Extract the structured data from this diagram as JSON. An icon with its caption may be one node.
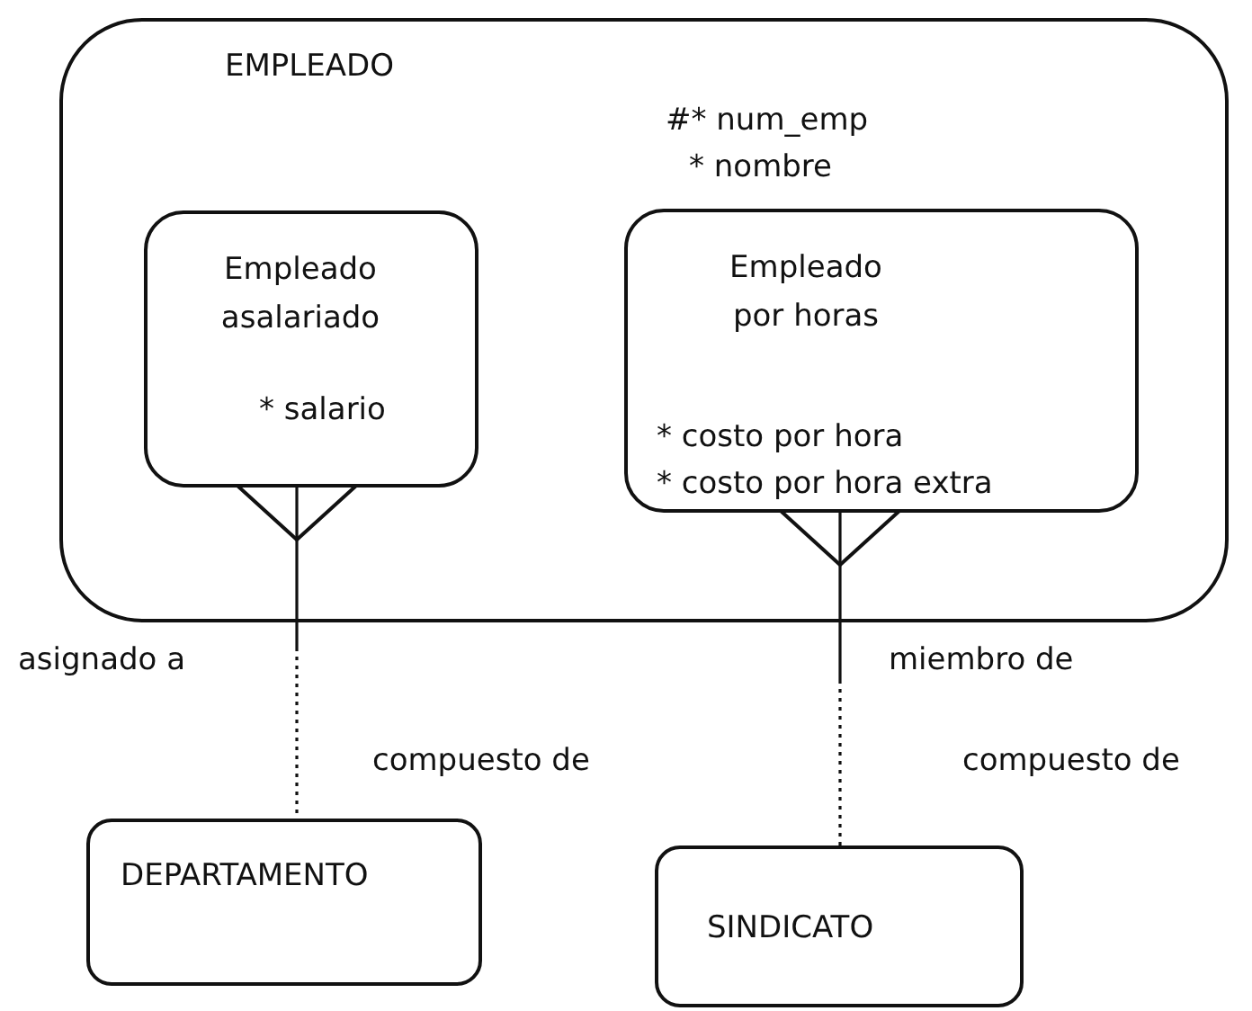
{
  "diagram": {
    "nodes": [
      {
        "text": [
          "EMPLEADO",
          "#* num_emp",
          "* nombre"
        ]
      },
      {
        "text": [
          "Empleado asalariado",
          "* salario"
        ],
        "in": 0
      },
      {
        "text": [
          "Empleado por horas",
          "* costo por hora",
          "* costo por hora extra"
        ],
        "in": 0
      },
      {
        "text": [
          "DEPARTAMENTO"
        ]
      },
      {
        "text": [
          "SINDICATO"
        ]
      }
    ],
    "edges": [
      {
        "from": 1,
        "to": 3,
        "arrow": "other",
        "label": "asignado a"
      },
      {
        "from": 2,
        "to": 4,
        "arrow": "other",
        "label": "miembro de"
      }
    ],
    "labels": [
      "compuesto de",
      "compuesto de"
    ]
  }
}
